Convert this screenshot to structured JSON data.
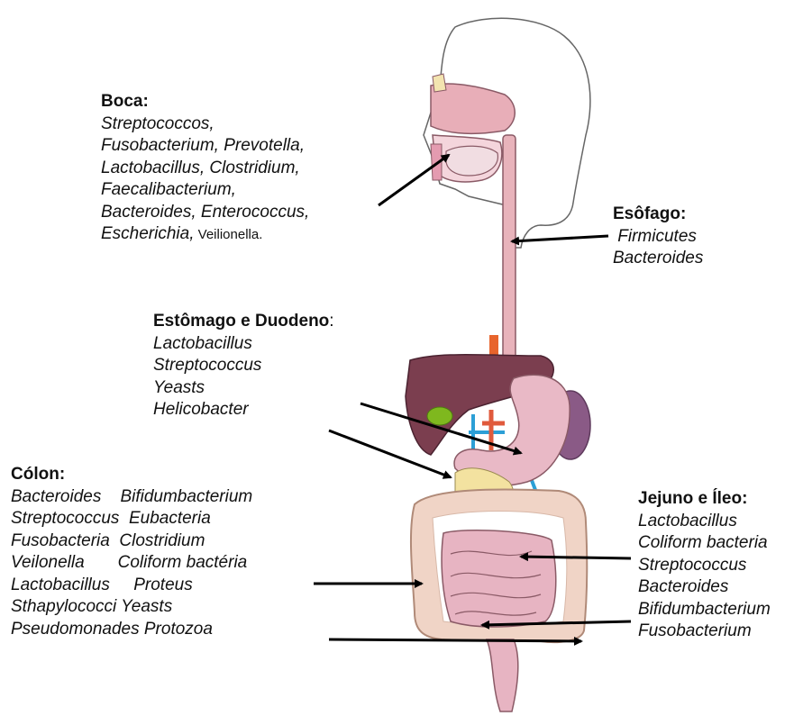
{
  "boca": {
    "title": "Boca:",
    "lines": [
      "Streptococcos,",
      "Fusobacterium, Prevotella,",
      "Lactobacillus, Clostridium,",
      "Faecalibacterium,",
      "Bacteroides, Enterococcus,"
    ],
    "last_a": "Escherichia,",
    "last_b": " Veilionella."
  },
  "esofago": {
    "title": "Esôfago:",
    "lines": [
      " Firmicutes",
      "Bacteroides"
    ]
  },
  "estomago": {
    "title": "Estômago e Duodeno",
    "title_colon": ":",
    "lines": [
      "Lactobacillus",
      "Streptococcus",
      "Yeasts",
      "Helicobacter"
    ]
  },
  "colon": {
    "title": "Cólon:",
    "lines": [
      "Bacteroides    Bifidumbacterium",
      "Streptococcus  Eubacteria",
      "Fusobacteria  Clostridium",
      "Veilonella       Coliform bactéria",
      "Lactobacillus     Proteus",
      "Sthapylococci Yeasts",
      "Pseudomonades Protozoa"
    ]
  },
  "jejuno": {
    "title": "Jejuno e Íleo:",
    "lines": [
      "Lactobacillus",
      "Coliform bacteria",
      "Streptococcus",
      "Bacteroides",
      "Bifidumbacterium",
      "Fusobacterium"
    ]
  },
  "colors": {
    "text": "#111111",
    "arrow": "#000000",
    "head_outline": "#555555",
    "esophagus": "#e8b3bb",
    "liver": "#7b3e4f",
    "stomach": "#e9b9c6",
    "intestine": "#e7b4c2",
    "colon": "#f0d4c6",
    "gallbladder": "#7fb81e",
    "pancreas": "#f3e2a0",
    "spleen": "#8a5a86",
    "vessel_blue": "#2c9fd6",
    "vessel_red": "#e05a3c"
  }
}
